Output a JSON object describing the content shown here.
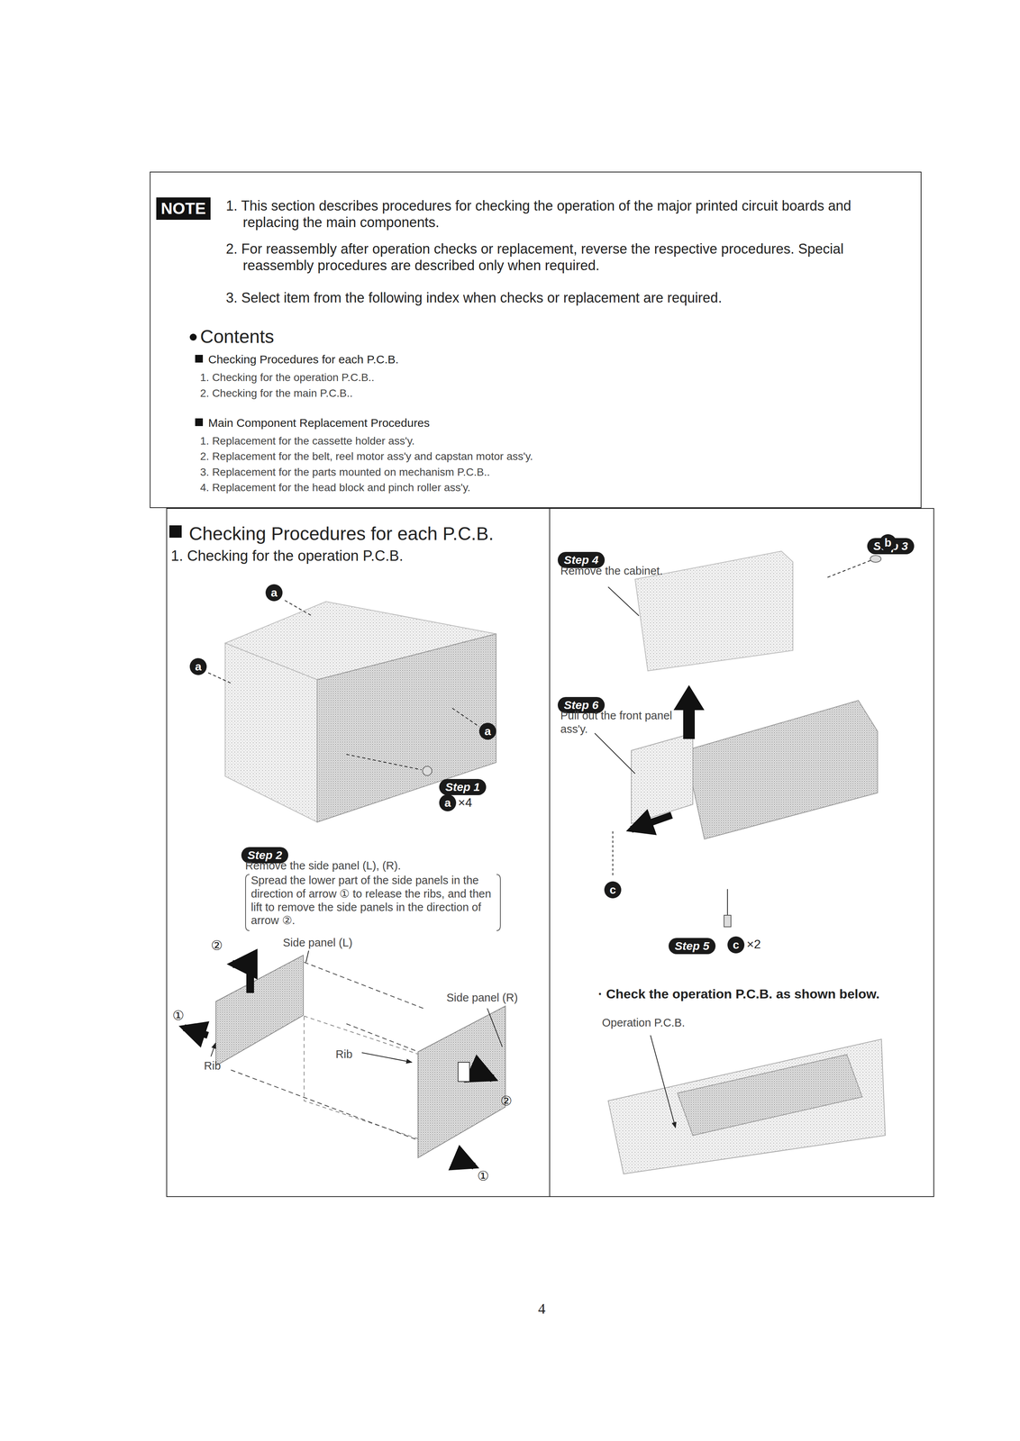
{
  "diagram": {
    "nodes": [
      {
        "text": [
          "1. This section describes procedures for checking the operation of the major printed circuit boards and replacing the main components.",
          "2. For reassembly after operation checks or replacement, reverse the respective procedures. Special reassembly procedures are described only when required.",
          "3. Select item from the following index when checks or replacement are required.",
          "Contents",
          "Checking Procedures for each P.C.B.",
          "1. Checking for the operation P.C.B..",
          "2. Checking for the main P.C.B..",
          "Main Component Replacement Procedures",
          "1. Replacement for the cassette holder ass'y.",
          "2. Replacement for the belt, reel motor ass'y and capstan motor ass'y.",
          "3. Replacement for the parts mounted on mechanism P.C.B..",
          "4. Replacement for the head block and pinch roller ass'y."
        ]
      },
      {
        "text": [
          "NOTE"
        ],
        "in": 0
      },
      {
        "text": [
          "Checking Procedures for each P.C.B.",
          "1. Checking for the operation P.C.B."
        ]
      },
      {
        "text": [
          "Step 1"
        ],
        "in": 2
      },
      {
        "text": [
          "Step 2"
        ],
        "in": 2
      },
      {
        "text": [
          "· Check the operation P.C.B. as shown below."
        ]
      },
      {
        "text": [
          "Step 3"
        ],
        "in": 5
      },
      {
        "text": [
          "Step 4"
        ],
        "in": 5
      },
      {
        "text": [
          "Step 6"
        ],
        "in": 5
      },
      {
        "text": [
          "Step 5"
        ],
        "in": 5
      }
    ],
    "labels": [
      "a",
      "a",
      "a",
      "a",
      "×4",
      "Remove the side panel (L), (R).",
      "Spread the lower part of the side panels in the direction of arrow ① to release the ribs, and then lift to remove the side panels in the direction of arrow ②.",
      "Side panel (L)",
      "Side panel (R)",
      "Rib",
      "Rib",
      "②",
      "①",
      "②",
      "①",
      "Remove the cabinet.",
      "b",
      "Pull out the front panel ass'y.",
      "c",
      "c",
      "×2",
      "Operation P.C.B.",
      "4"
    ]
  }
}
